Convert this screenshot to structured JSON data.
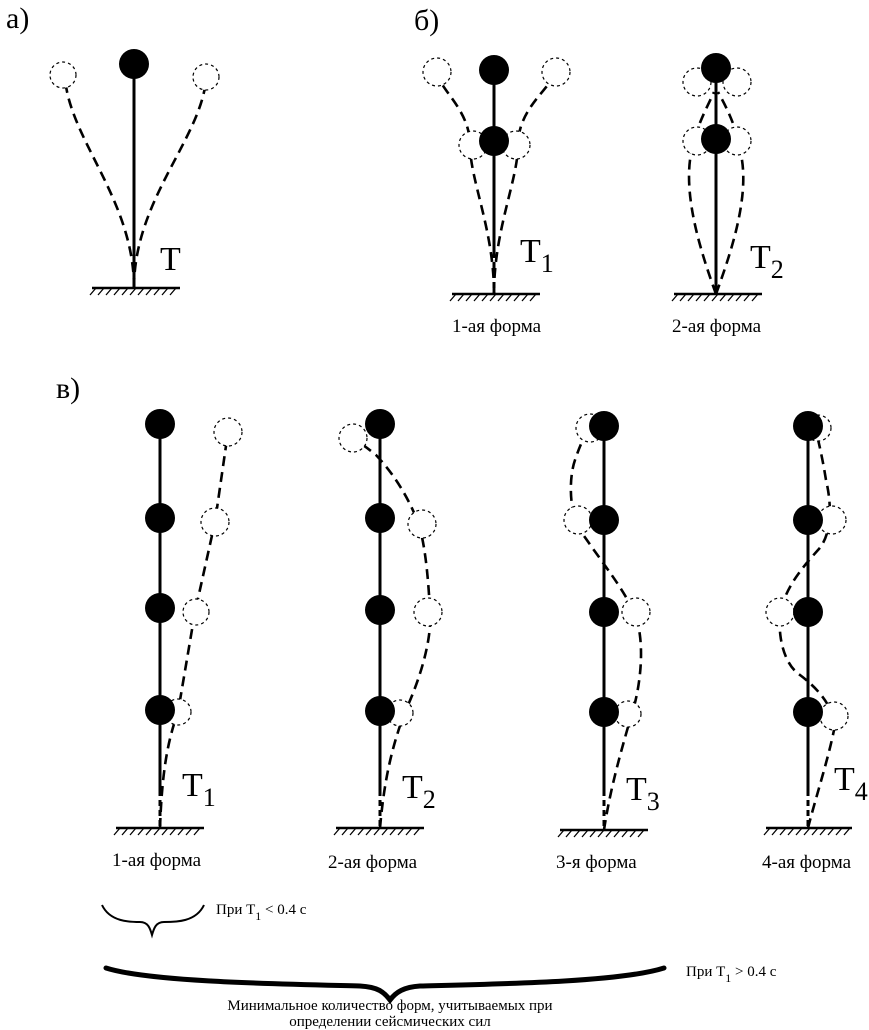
{
  "panels": {
    "a": {
      "label": "а)",
      "period": "T"
    },
    "b": {
      "label": "б)",
      "modes": [
        {
          "period": "T",
          "sub": "1",
          "caption": "1-ая форма"
        },
        {
          "period": "T",
          "sub": "2",
          "caption": "2-ая форма"
        }
      ]
    },
    "c": {
      "label": "в)",
      "modes": [
        {
          "period": "T",
          "sub": "1",
          "caption": "1-ая форма"
        },
        {
          "period": "T",
          "sub": "2",
          "caption": "2-ая форма"
        },
        {
          "period": "T",
          "sub": "3",
          "caption": "3-я форма"
        },
        {
          "period": "T",
          "sub": "4",
          "caption": "4-ая форма"
        }
      ]
    }
  },
  "notes": {
    "small": {
      "pre": "При T",
      "sub": "1",
      "post": " < 0.4 с"
    },
    "large": {
      "pre": "При T",
      "sub": "1",
      "post": " > 0.4 с"
    },
    "caption_line1": "Минимальное количество форм, учитываемых при",
    "caption_line2": "определении сейсмических сил"
  }
}
